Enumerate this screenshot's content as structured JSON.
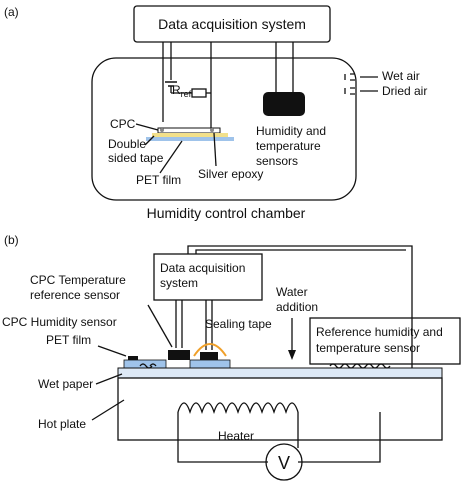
{
  "panel_a": {
    "tag": "(a)",
    "daq_label": "Data acquisition system",
    "rref_main": "R",
    "rref_sub": "ref",
    "cpc_label": "CPC",
    "tape_label_1": "Double",
    "tape_label_2": "sided tape",
    "pet_label": "PET film",
    "epoxy_label": "Silver epoxy",
    "sensor_label_1": "Humidity and",
    "sensor_label_2": "temperature",
    "sensor_label_3": "sensors",
    "wet_air_label": "Wet air",
    "dried_air_label": "Dried air",
    "chamber_label": "Humidity control chamber"
  },
  "panel_b": {
    "tag": "(b)",
    "temp_ref_label_1": "CPC Temperature",
    "temp_ref_label_2": "reference sensor",
    "daq_label_1": "Data acquisition",
    "daq_label_2": "system",
    "humidity_sensor_label": "CPC Humidity sensor",
    "sealing_label": "Sealing tape",
    "water_label_1": "Water",
    "water_label_2": "addition",
    "pet_label": "PET film",
    "ref_sensor_label_1": "Reference humidity  and",
    "ref_sensor_label_2": "temperature sensor",
    "wet_paper_label": "Wet paper",
    "hot_plate_label": "Hot plate",
    "heater_label": "Heater",
    "voltmeter_symbol": "V"
  },
  "colors": {
    "tape_yellow": "#f2e08a",
    "pet_blue": "#9fc3ea",
    "sealing_orange": "#f0a02a",
    "line": "#111111"
  }
}
